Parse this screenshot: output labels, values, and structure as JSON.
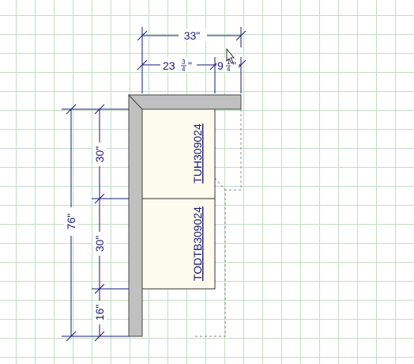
{
  "plan": {
    "dimensions": {
      "overall_width": "33\"",
      "cabinet_width_whole": "23",
      "cabinet_width_fraction_num": "3",
      "cabinet_width_fraction_den": "4",
      "filler_width_whole": "9",
      "filler_width_fraction_num": "1",
      "filler_width_fraction_den": "4",
      "total_height": "76\"",
      "upper_height": "30\"",
      "middle_height": "30\"",
      "lower_height": "16\""
    },
    "cabinets": {
      "upper_label": "TUH309024",
      "lower_label": "TODTB309024"
    },
    "colors": {
      "dimension_line": "#1a1a78",
      "wall_fill": "#c0c0c0",
      "cabinet_fill": "#fdfaee",
      "grid": "#c4dcc6"
    }
  }
}
